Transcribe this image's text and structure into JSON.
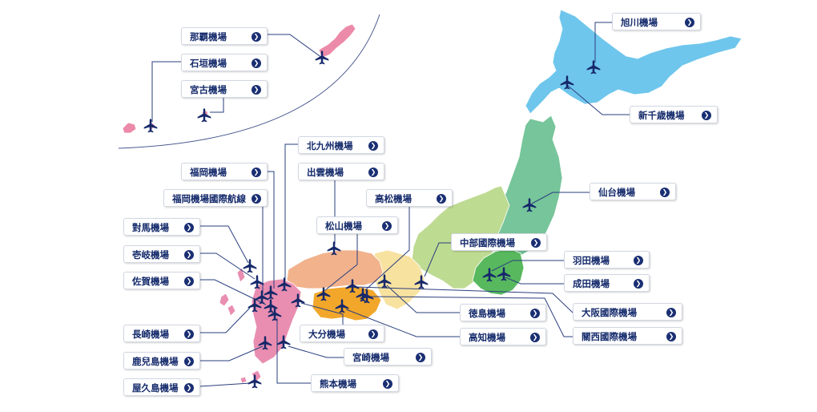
{
  "colors": {
    "hokkaido": "#6fc6ec",
    "tohoku": "#77c59a",
    "kanto": "#58b85e",
    "chubu": "#bedb92",
    "kinki": "#f8e2a0",
    "chugoku": "#f1b28c",
    "shikoku": "#f2a72b",
    "kyushu": "#e98eb1",
    "okinawa": "#ec8aa9",
    "plane": "#16286a",
    "line": "#2a3f7e"
  },
  "icons": {
    "marker": "airplane-icon",
    "arrow": "chevron-right-icon"
  },
  "airports": [
    {
      "id": "naha",
      "name": "那覇機場"
    },
    {
      "id": "ishigaki",
      "name": "石垣機場"
    },
    {
      "id": "miyako",
      "name": "宮古機場"
    },
    {
      "id": "asahikawa",
      "name": "旭川機場"
    },
    {
      "id": "shinchitose",
      "name": "新千歳機場"
    },
    {
      "id": "sendai",
      "name": "仙台機場"
    },
    {
      "id": "kitakyushu",
      "name": "北九州機場"
    },
    {
      "id": "fukuoka",
      "name": "福岡機場"
    },
    {
      "id": "fukuoka_intl",
      "name": "福岡機場國際航線"
    },
    {
      "id": "izumo",
      "name": "出雲機場"
    },
    {
      "id": "takamatsu",
      "name": "高松機場"
    },
    {
      "id": "tsushima",
      "name": "對馬機場"
    },
    {
      "id": "matsuyama",
      "name": "松山機場"
    },
    {
      "id": "chubu",
      "name": "中部國際機場"
    },
    {
      "id": "iki",
      "name": "壱岐機場"
    },
    {
      "id": "haneda",
      "name": "羽田機場"
    },
    {
      "id": "saga",
      "name": "佐賀機場"
    },
    {
      "id": "narita",
      "name": "成田機場"
    },
    {
      "id": "tokushima",
      "name": "徳島機場"
    },
    {
      "id": "osaka",
      "name": "大阪國際機場"
    },
    {
      "id": "nagasaki",
      "name": "長崎機場"
    },
    {
      "id": "oita",
      "name": "大分機場"
    },
    {
      "id": "kochi",
      "name": "高知機場"
    },
    {
      "id": "kansai",
      "name": "關西國際機場"
    },
    {
      "id": "kagoshima",
      "name": "鹿兒島機場"
    },
    {
      "id": "miyazaki",
      "name": "宮崎機場"
    },
    {
      "id": "yakushima",
      "name": "屋久島機場"
    },
    {
      "id": "kumamoto",
      "name": "熊本機場"
    }
  ]
}
